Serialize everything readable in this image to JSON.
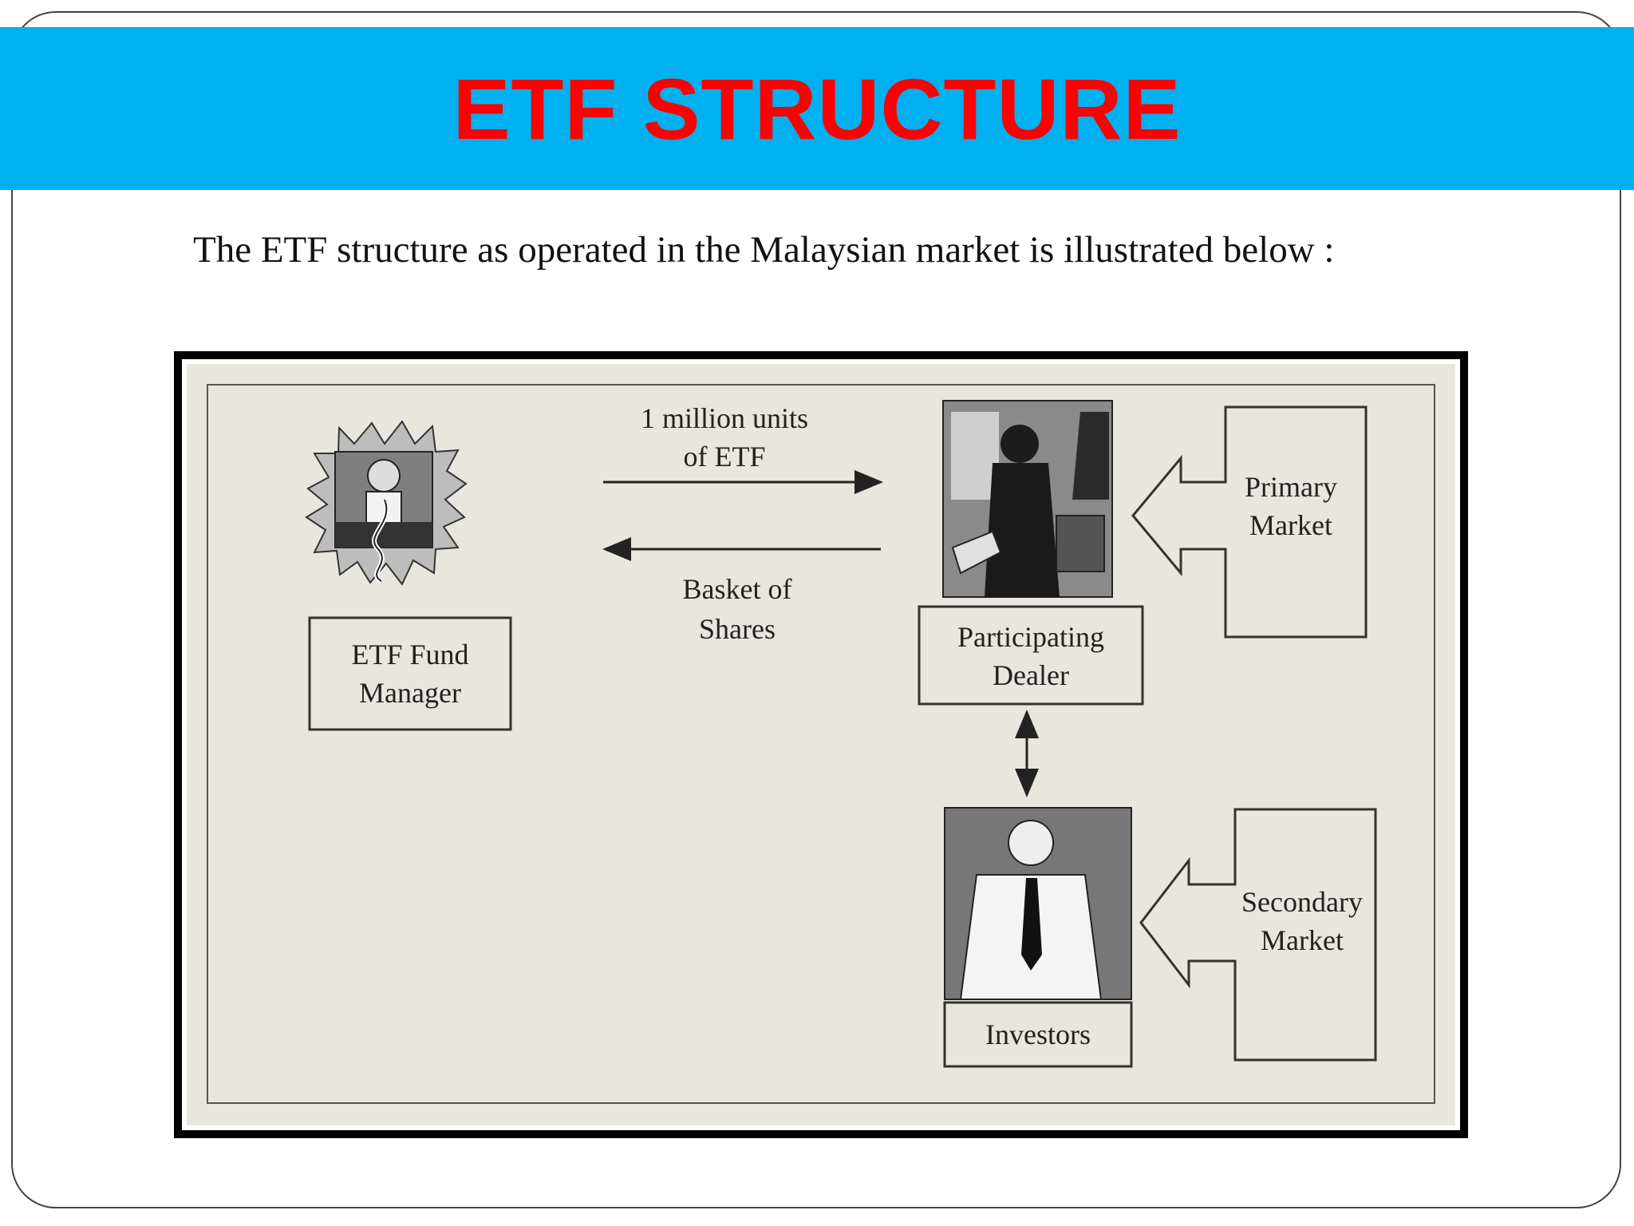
{
  "title": "ETF STRUCTURE",
  "intro_text": "The ETF structure as operated in the Malaysian market is illustrated below :",
  "diagram": {
    "nodes": {
      "fund_manager": [
        "ETF Fund",
        "Manager"
      ],
      "participating_dealer": [
        "Participating",
        "Dealer"
      ],
      "investors": [
        "Investors"
      ],
      "primary_market": [
        "Primary",
        "Market"
      ],
      "secondary_market": [
        "Secondary",
        "Market"
      ]
    },
    "flows": {
      "units_to_dealer": [
        "1 million units",
        "of ETF"
      ],
      "shares_to_manager": [
        "Basket of",
        "Shares"
      ]
    }
  },
  "colors": {
    "title_bar": "#00b0f0",
    "title_text": "#ff0000",
    "paper": "#e9e5df"
  }
}
